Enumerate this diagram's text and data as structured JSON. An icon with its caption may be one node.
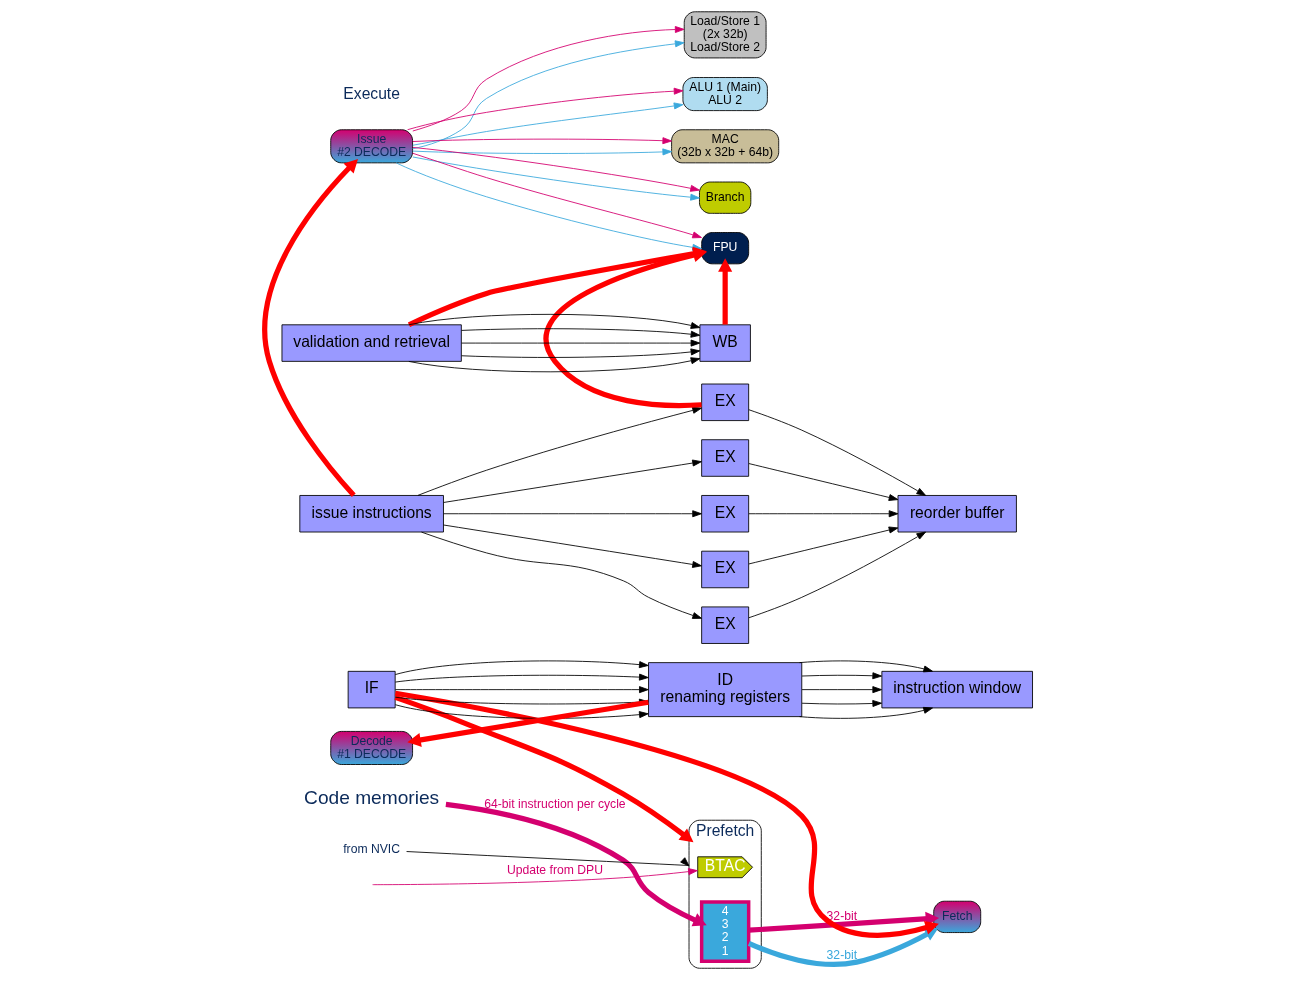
{
  "diagram": {
    "nodes": [
      {
        "text": [
          "Prefetch"
        ]
      },
      {
        "text": [
          "BTAC"
        ],
        "in": 0
      },
      {
        "text": [
          "4",
          "3",
          "2",
          "1"
        ],
        "in": 0
      },
      {
        "text": [
          "Fetch"
        ]
      },
      {
        "text": [
          "Decode",
          "#1 DECODE"
        ]
      },
      {
        "text": [
          "Issue",
          "#2 DECODE"
        ]
      },
      {
        "text": [
          "Load/Store 1",
          "(2x 32b)",
          "Load/Store 2"
        ]
      },
      {
        "text": [
          "ALU 1 (Main)",
          "ALU 2"
        ]
      },
      {
        "text": [
          "MAC",
          "(32b x 32b + 64b)"
        ]
      },
      {
        "text": [
          "Branch"
        ]
      },
      {
        "text": [
          "FPU"
        ]
      },
      {
        "text": [
          "Code memories"
        ]
      },
      {
        "text": [
          "from NVIC"
        ]
      },
      {
        "text": [
          "IF"
        ]
      },
      {
        "text": [
          "ID",
          "renaming registers"
        ]
      },
      {
        "text": [
          "instruction window"
        ]
      },
      {
        "text": [
          "issue instructions"
        ]
      },
      {
        "text": [
          "EX"
        ]
      },
      {
        "text": [
          "EX"
        ]
      },
      {
        "text": [
          "EX"
        ]
      },
      {
        "text": [
          "EX"
        ]
      },
      {
        "text": [
          "EX"
        ]
      },
      {
        "text": [
          "reorder buffer"
        ]
      },
      {
        "text": [
          "validation and retrieval"
        ]
      },
      {
        "text": [
          "WB"
        ]
      }
    ],
    "edges": [
      {
        "from": null,
        "to": 1,
        "arrow": "to",
        "label": "Update from DPU",
        "color": "#d4006f"
      },
      {
        "from": 11,
        "to": 2,
        "arrow": "to",
        "label": "64-bit instruction per cycle",
        "color": "#d4006f",
        "style": "thick"
      },
      {
        "from": 12,
        "to": 0,
        "arrow": "to"
      },
      {
        "from": 2,
        "to": 3,
        "arrow": "to",
        "label": "32-bit",
        "color": "#3aa8dc",
        "style": "thick"
      },
      {
        "from": 2,
        "to": 3,
        "arrow": "to",
        "label": "32-bit",
        "color": "#d4006f",
        "style": "thick"
      },
      {
        "from": 5,
        "to": 6,
        "arrow": "to",
        "color": "#3aa8dc"
      },
      {
        "from": 5,
        "to": 6,
        "arrow": "to",
        "color": "#d4006f"
      },
      {
        "from": 5,
        "to": 7,
        "arrow": "to",
        "color": "#3aa8dc"
      },
      {
        "from": 5,
        "to": 7,
        "arrow": "to",
        "color": "#d4006f"
      },
      {
        "from": 5,
        "to": 8,
        "arrow": "to",
        "color": "#3aa8dc"
      },
      {
        "from": 5,
        "to": 8,
        "arrow": "to",
        "color": "#d4006f"
      },
      {
        "from": 5,
        "to": 9,
        "arrow": "to",
        "color": "#3aa8dc"
      },
      {
        "from": 5,
        "to": 9,
        "arrow": "to",
        "color": "#d4006f"
      },
      {
        "from": 5,
        "to": 10,
        "arrow": "to",
        "color": "#3aa8dc"
      },
      {
        "from": 5,
        "to": 10,
        "arrow": "to",
        "color": "#d4006f"
      },
      {
        "from": 13,
        "to": 14,
        "arrow": "to"
      },
      {
        "from": 13,
        "to": 14,
        "arrow": "to"
      },
      {
        "from": 13,
        "to": 14,
        "arrow": "to"
      },
      {
        "from": 13,
        "to": 14,
        "arrow": "to"
      },
      {
        "from": 13,
        "to": 14,
        "arrow": "to"
      },
      {
        "from": 14,
        "to": 15,
        "arrow": "to"
      },
      {
        "from": 14,
        "to": 15,
        "arrow": "to"
      },
      {
        "from": 14,
        "to": 15,
        "arrow": "to"
      },
      {
        "from": 14,
        "to": 15,
        "arrow": "to"
      },
      {
        "from": 14,
        "to": 15,
        "arrow": "to"
      },
      {
        "from": 16,
        "to": 17,
        "arrow": "to"
      },
      {
        "from": 16,
        "to": 18,
        "arrow": "to"
      },
      {
        "from": 16,
        "to": 19,
        "arrow": "to"
      },
      {
        "from": 16,
        "to": 20,
        "arrow": "to"
      },
      {
        "from": 16,
        "to": 21,
        "arrow": "to"
      },
      {
        "from": 17,
        "to": 22,
        "arrow": "to"
      },
      {
        "from": 18,
        "to": 22,
        "arrow": "to"
      },
      {
        "from": 19,
        "to": 22,
        "arrow": "to"
      },
      {
        "from": 20,
        "to": 22,
        "arrow": "to"
      },
      {
        "from": 21,
        "to": 22,
        "arrow": "to"
      },
      {
        "from": 23,
        "to": 24,
        "arrow": "to"
      },
      {
        "from": 23,
        "to": 24,
        "arrow": "to"
      },
      {
        "from": 23,
        "to": 24,
        "arrow": "to"
      },
      {
        "from": 23,
        "to": 24,
        "arrow": "to"
      },
      {
        "from": 23,
        "to": 24,
        "arrow": "to"
      },
      {
        "from": 13,
        "to": 0,
        "arrow": "to",
        "color": "#ff0000",
        "style": "thick"
      },
      {
        "from": 13,
        "to": 3,
        "arrow": "to",
        "color": "#ff0000",
        "style": "thick"
      },
      {
        "from": 14,
        "to": 4,
        "arrow": "to",
        "color": "#ff0000",
        "style": "thick"
      },
      {
        "from": 16,
        "to": 5,
        "arrow": "to",
        "color": "#ff0000",
        "style": "thick"
      },
      {
        "from": 17,
        "to": 10,
        "arrow": "to",
        "color": "#ff0000",
        "style": "thick"
      },
      {
        "from": 23,
        "to": 10,
        "arrow": "to",
        "color": "#ff0000",
        "style": "thick"
      },
      {
        "from": 24,
        "to": 10,
        "arrow": "to",
        "color": "#ff0000",
        "style": "thick"
      }
    ],
    "labels": [
      "Execute"
    ]
  }
}
